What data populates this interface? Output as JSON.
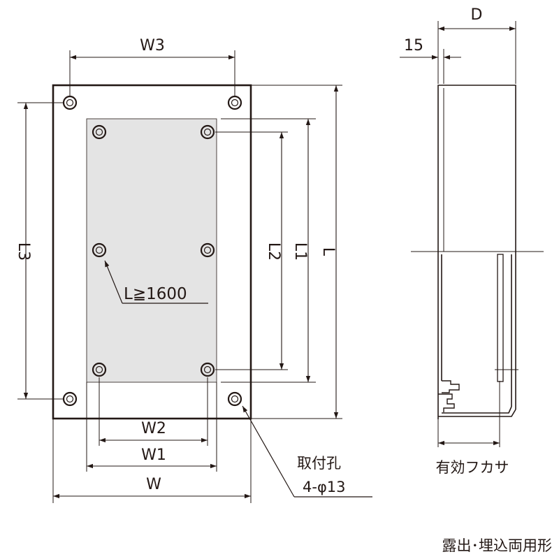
{
  "diagram": {
    "labels": {
      "w3": "W3",
      "w2": "W2",
      "w1": "W1",
      "w": "W",
      "l3": "L3",
      "l2": "L2",
      "l1": "L1",
      "l": "L",
      "d": "D",
      "depth_15": "15",
      "l_condition": "L≧1600",
      "mount_hole_line1": "取付孔",
      "mount_hole_line2": "4-φ13",
      "effective_cover": "有効フカサ",
      "caption": "露出･埋込両用形"
    },
    "colors": {
      "line": "#231815",
      "panel_fill": "#e4e4e4",
      "background": "#ffffff"
    }
  }
}
